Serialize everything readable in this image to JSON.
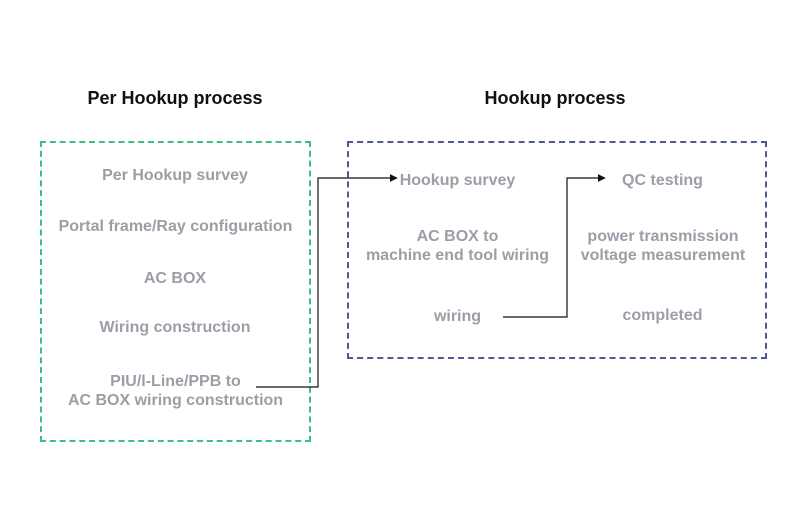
{
  "colors": {
    "left_border": "#3dbf7e",
    "right_border": "#4d5a94",
    "step_text": "#9b9ea6",
    "heading_text": "#111111",
    "connector": "#111111"
  },
  "left": {
    "title": "Per Hookup process",
    "steps": [
      "Per Hookup survey",
      "Portal frame/Ray configuration",
      "AC BOX",
      "Wiring construction",
      "PIU/l-Line/PPB to",
      "AC BOX wiring construction"
    ]
  },
  "right": {
    "title": "Hookup process",
    "col1": [
      "Hookup survey",
      "AC BOX to",
      "machine end tool wiring",
      "wiring"
    ],
    "col2": [
      "QC testing",
      "power transmission",
      "voltage measurement",
      "completed"
    ]
  }
}
